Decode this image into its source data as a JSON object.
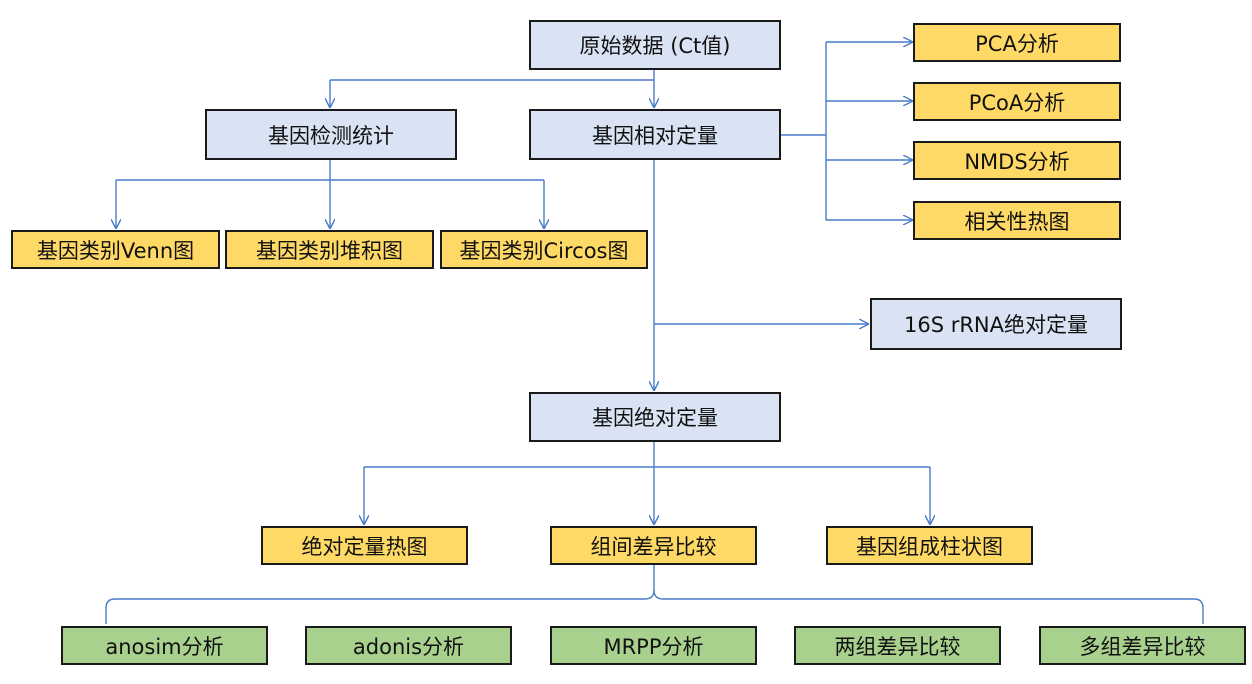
{
  "colors": {
    "process_fill": "#dae3f3",
    "analysis_fill": "#ffd966",
    "method_fill": "#a9d18e",
    "border": "#1a1a1a",
    "connector": "#4a7cc7"
  },
  "nodes": {
    "raw_data": "原始数据 (Ct值)",
    "gene_stats": "基因检测统计",
    "relative_quant": "基因相对定量",
    "venn": "基因类别Venn图",
    "stacked": "基因类别堆积图",
    "circos": "基因类别Circos图",
    "pca": "PCA分析",
    "pcoa": "PCoA分析",
    "nmds": "NMDS分析",
    "corr_heatmap": "相关性热图",
    "rrna_abs": "16S rRNA绝对定量",
    "abs_quant": "基因绝对定量",
    "abs_heatmap": "绝对定量热图",
    "group_diff": "组间差异比较",
    "composition_bar": "基因组成柱状图",
    "anosim": "anosim分析",
    "adonis": "adonis分析",
    "mrpp": "MRPP分析",
    "two_group": "两组差异比较",
    "multi_group": "多组差异比较"
  }
}
